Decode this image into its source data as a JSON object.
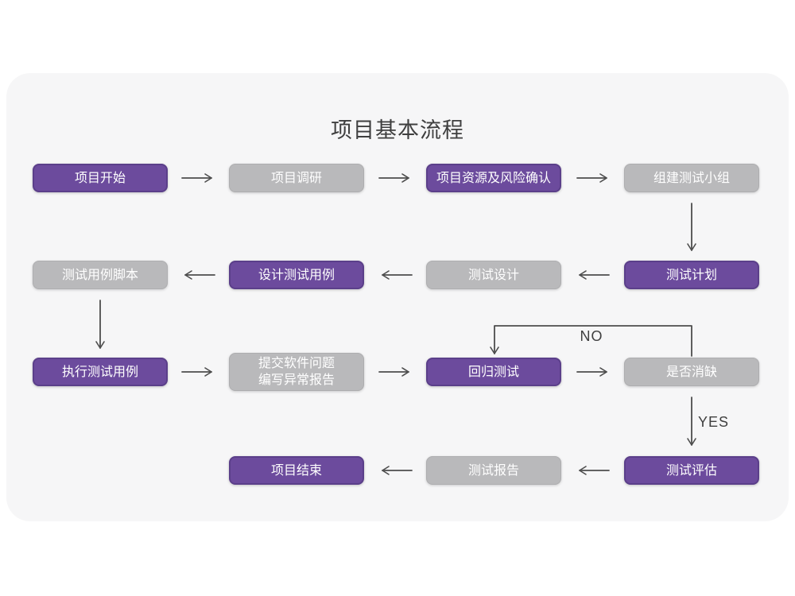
{
  "title": "项目基本流程",
  "edge_labels": {
    "no": "NO",
    "yes": "YES"
  },
  "colors": {
    "purple": "#6C4B9D",
    "purple_border": "#5B3F8A",
    "gray": "#B9B9BB",
    "gray_border": "#AEAEB0",
    "arrow": "#4D4D4D",
    "card_bg": "#F6F6F7",
    "page_bg": "#FFFFFF",
    "title_color": "#3F3F3F",
    "box_text": "#FFFFFF"
  },
  "nodes": [
    {
      "id": "project-start",
      "label": "项目开始",
      "type": "purple"
    },
    {
      "id": "project-research",
      "label": "项目调研",
      "type": "gray"
    },
    {
      "id": "resources-risk",
      "label": "项目资源及风险确认",
      "type": "purple"
    },
    {
      "id": "build-test-team",
      "label": "组建测试小组",
      "type": "gray"
    },
    {
      "id": "test-case-script",
      "label": "测试用例脚本",
      "type": "gray"
    },
    {
      "id": "design-test-case",
      "label": "设计测试用例",
      "type": "purple"
    },
    {
      "id": "test-design",
      "label": "测试设计",
      "type": "gray"
    },
    {
      "id": "test-plan",
      "label": "测试计划",
      "type": "purple"
    },
    {
      "id": "execute-test-case",
      "label": "执行测试用例",
      "type": "purple"
    },
    {
      "id": "submit-issue-report",
      "label_line1": "提交软件问题",
      "label_line2": "编写异常报告",
      "type": "gray"
    },
    {
      "id": "regression-test",
      "label": "回归测试",
      "type": "purple"
    },
    {
      "id": "defect-resolved",
      "label": "是否消缺",
      "type": "gray"
    },
    {
      "id": "project-end",
      "label": "项目结束",
      "type": "purple"
    },
    {
      "id": "test-report",
      "label": "测试报告",
      "type": "gray"
    },
    {
      "id": "test-evaluation",
      "label": "测试评估",
      "type": "purple"
    }
  ]
}
